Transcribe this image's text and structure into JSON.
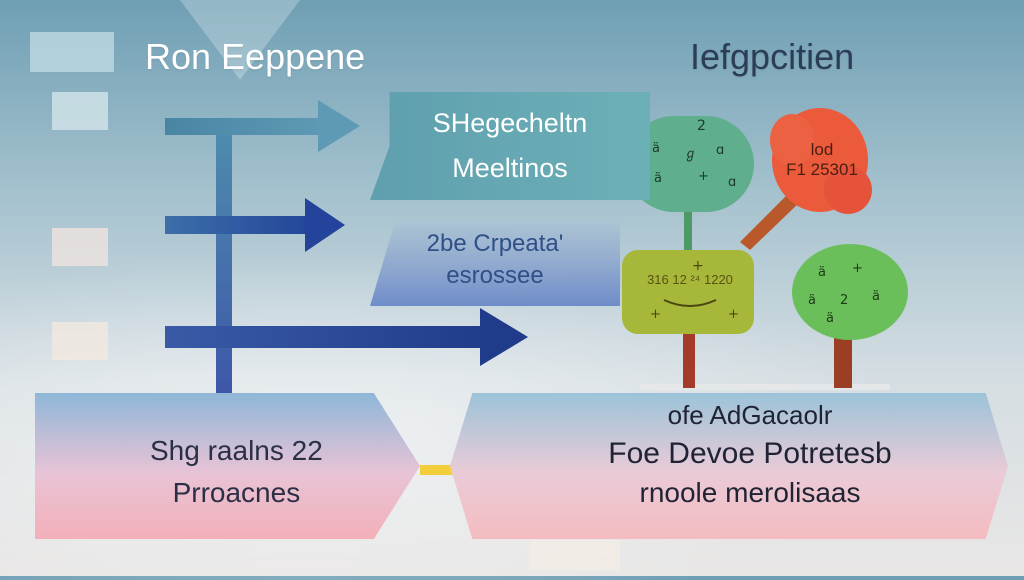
{
  "titles": {
    "left": "Ron Eeppene",
    "right": "Iefgpcitien"
  },
  "chips": {
    "top": {
      "line1": "SHegecheltn",
      "line2": "Meeltinos"
    },
    "mid": {
      "line1": "2be Crpeata'",
      "line2": "esrossee"
    },
    "bottom_left": {
      "line1": "Shg raalns 22",
      "line2": "Prroacnes"
    },
    "bottom_right": {
      "line1": "ofe AdGacaolr",
      "line2": "Foe Devoe Potretesb",
      "line3": "rnoole merolisaas"
    }
  },
  "trees": {
    "red": {
      "line1": "lod",
      "line2": "F1 25301"
    },
    "yellow": {
      "line1": "316 12 ²⁴ 1220"
    }
  },
  "colors": {
    "arrow_top": "#4e8fa7",
    "arrow_mid": "#2e4d98",
    "arrow_low": "#233c8a",
    "tree_teal": "#5fae8e",
    "tree_red": "#ea5a3b",
    "tree_yellow": "#a7b73a",
    "tree_green": "#6bbf5a",
    "connector": "#f2cf3a"
  }
}
